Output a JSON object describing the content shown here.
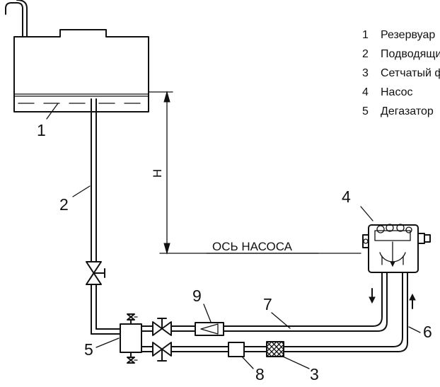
{
  "legend": [
    {
      "num": "1",
      "text": "Резервуар"
    },
    {
      "num": "2",
      "text": "Подводящий трубопровод"
    },
    {
      "num": "3",
      "text": "Сетчатый фильтр"
    },
    {
      "num": "4",
      "text": "Насос"
    },
    {
      "num": "5",
      "text": "Дегазатор"
    }
  ],
  "callouts": {
    "c1": "1",
    "c2": "2",
    "c3": "3",
    "c4": "4",
    "c5": "5",
    "c6": "6",
    "c7": "7",
    "c8": "8",
    "c9": "9"
  },
  "height_label": "H",
  "pump_axis_label": "ОСЬ НАСОСА"
}
